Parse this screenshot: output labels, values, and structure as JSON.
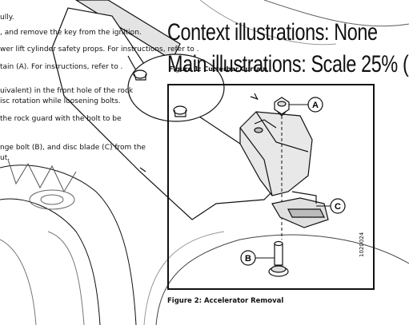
{
  "background_doc": {
    "lines": [
      "ully.",
      ", and remove the key from the ignition.",
      "wer lift cylinder safety props. For instructions, refer to .",
      "tain (A). For instructions, refer to .",
      "uivalent) in the front hole of the rock",
      "isc rotation while loosening bolts.",
      "the rock guard with the bolt to be",
      "nge bolt (B), and disc blade (C) from the",
      "ut."
    ]
  },
  "overlay": {
    "context_heading": "Context illustrations: None",
    "main_heading": "Main illustrations: Scale 25% ("
  },
  "figure1": {
    "caption": "Figure 1: Cutterbar Curtain"
  },
  "figure2": {
    "caption": "Figure 2: Accelerator Removal",
    "part_number": "1020024",
    "callouts": [
      {
        "id": "A",
        "label": "A"
      },
      {
        "id": "B",
        "label": "B"
      },
      {
        "id": "C",
        "label": "C"
      }
    ]
  },
  "colors": {
    "ink": "#111111",
    "shade": "#d8d8d8",
    "light_shade": "#eeeeee"
  }
}
